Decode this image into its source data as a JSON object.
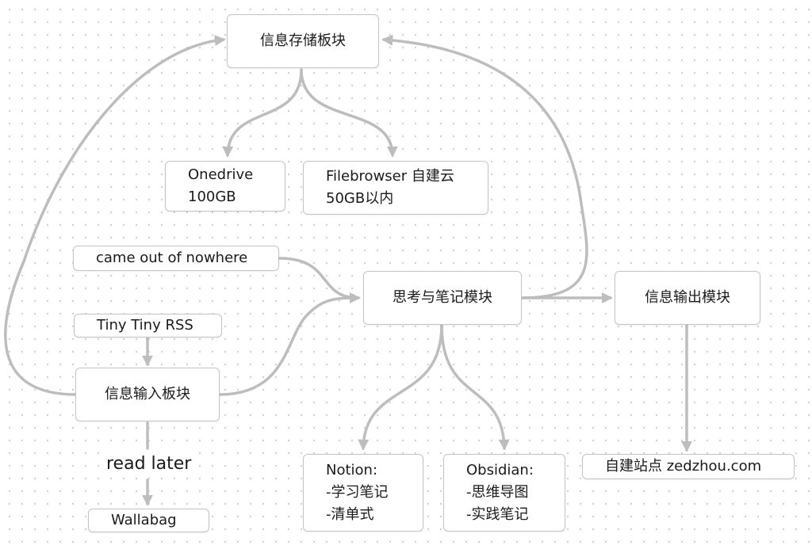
{
  "nodes": {
    "storage": {
      "label": "信息存储板块"
    },
    "onedrive": {
      "line1": "Onedrive",
      "line2": "100GB"
    },
    "filebrowser": {
      "line1": "Filebrowser 自建云",
      "line2": "50GB以内"
    },
    "came_out": {
      "label": "came out of nowhere"
    },
    "thinking": {
      "label": "思考与笔记模块"
    },
    "output": {
      "label": "信息输出模块"
    },
    "tinytiny": {
      "label": "Tiny Tiny RSS"
    },
    "input": {
      "label": "信息输入板块"
    },
    "wallabag": {
      "label": "Wallabag"
    },
    "notion": {
      "line1": "Notion:",
      "line2": "-学习笔记",
      "line3": "-清单式"
    },
    "obsidian": {
      "line1": "Obsidian:",
      "line2": "-思维导图",
      "line3": "-实践笔记"
    },
    "site": {
      "label": "自建站点 zedzhou.com"
    }
  },
  "edge_labels": {
    "read_later": "read later"
  },
  "colors": {
    "edge": "#bdbdbd",
    "node_border": "#c4c4c4",
    "dot_grid": "#cfcfcf"
  }
}
